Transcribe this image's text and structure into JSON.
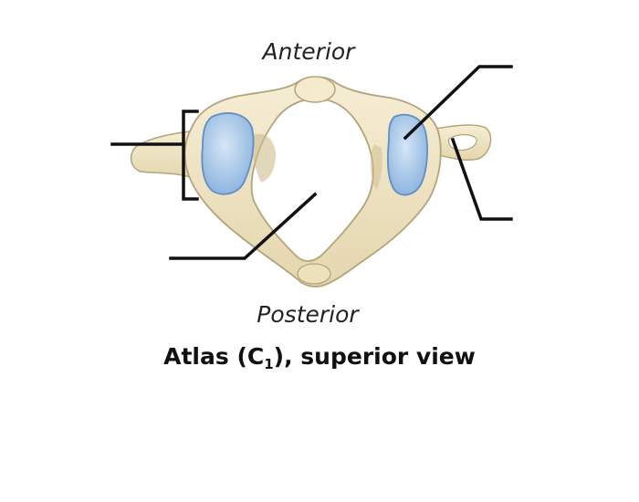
{
  "labels": {
    "anterior": "Anterior",
    "posterior": "Posterior"
  },
  "caption": {
    "prefix": "Atlas (C",
    "subscript": "1",
    "suffix": "), superior view"
  },
  "colors": {
    "bone": "#efe4c2",
    "bone_outline": "#b3a47d",
    "bone_shadow": "#c9b98c",
    "facet": "#a9c9ea",
    "facet_outline": "#5f8fc4",
    "leader_line": "#111111",
    "text": "#222222"
  }
}
